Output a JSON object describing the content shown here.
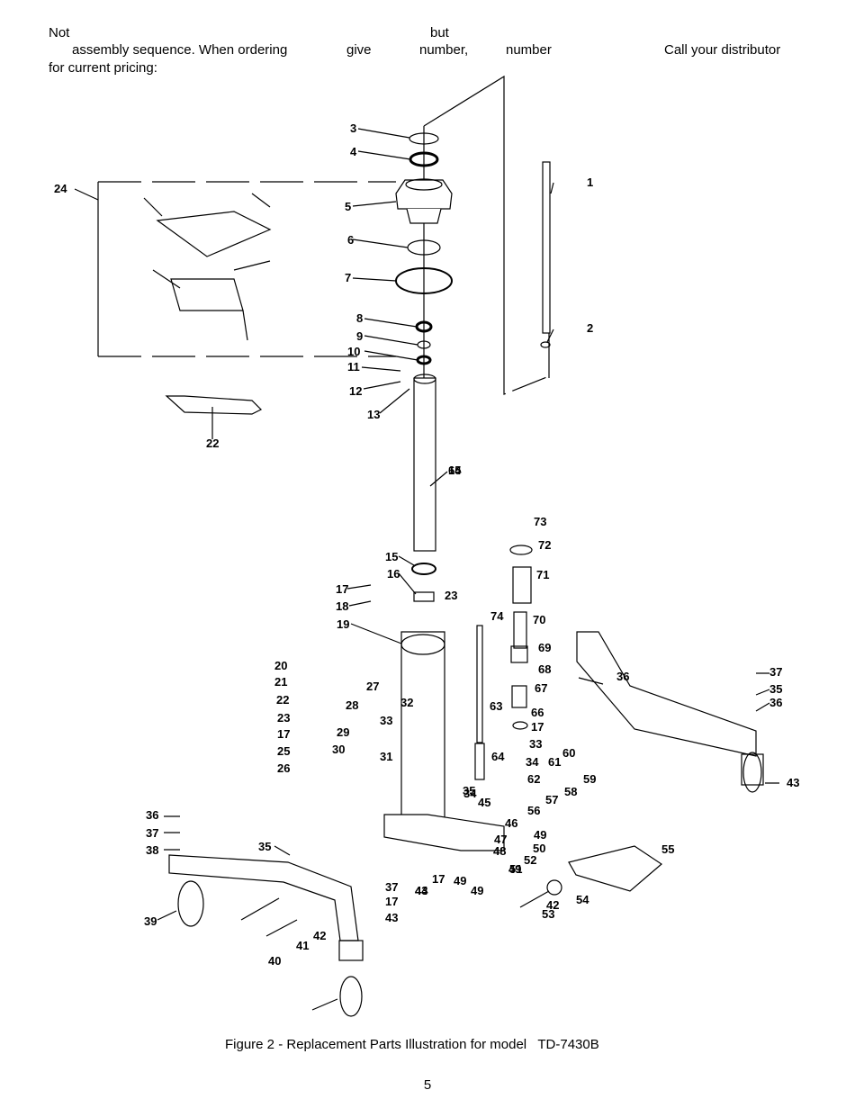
{
  "note": {
    "w1": "Not",
    "w2": "but",
    "w3": "assembly sequence. When ordering",
    "w4": "give",
    "w5": "number,",
    "w6": "number",
    "w7": "Call your distributor",
    "w8": "for current pricing:"
  },
  "caption": "Figure 2 - Replacement Parts Illustration for model   TD-7430B",
  "page_number": "5",
  "part_labels": [
    "1",
    "2",
    "3",
    "4",
    "5",
    "6",
    "7",
    "8",
    "9",
    "10",
    "11",
    "12",
    "13",
    "14",
    "15",
    "16",
    "17",
    "18",
    "19",
    "20",
    "21",
    "22",
    "23",
    "17",
    "25",
    "26",
    "27",
    "28",
    "29",
    "30",
    "31",
    "32",
    "33",
    "34",
    "35",
    "36",
    "37",
    "38",
    "39",
    "40",
    "41",
    "42",
    "43",
    "44",
    "45",
    "46",
    "47",
    "48",
    "49",
    "50",
    "51",
    "52",
    "53",
    "54",
    "55",
    "56",
    "57",
    "58",
    "59",
    "60",
    "61",
    "62",
    "63",
    "64",
    "65",
    "66",
    "67",
    "68",
    "69",
    "70",
    "71",
    "72",
    "73",
    "74",
    "24",
    "22",
    "23",
    "17",
    "33",
    "34",
    "35",
    "36",
    "37",
    "35",
    "36",
    "37",
    "17",
    "43",
    "17",
    "43",
    "49",
    "49",
    "49",
    "42"
  ]
}
